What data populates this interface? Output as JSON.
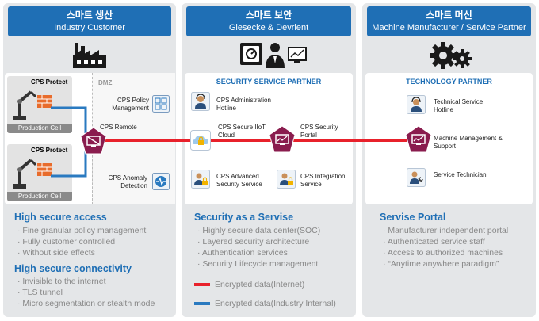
{
  "colors": {
    "header_blue": "#1f6fb5",
    "panel_gray": "#e4e6e8",
    "internet_red": "#e8212b",
    "internal_blue": "#2a7ac0",
    "hub_magenta": "#8a1c4e"
  },
  "panels": {
    "left": {
      "title_ko": "스마트 생산",
      "title_en": "Industry Customer",
      "header_icon": "factory-icon",
      "dmz_label": "DMZ",
      "cells": [
        {
          "protect_label": "CPS Protect",
          "cell_label": "Production Cell"
        },
        {
          "protect_label": "CPS Protect",
          "cell_label": "Production Cell"
        }
      ],
      "policy_label": "CPS Policy Management",
      "remote_label": "CPS Remote",
      "anomaly_label": "CPS Anomaly Detection",
      "heading1": "High secure access",
      "bullets1": [
        "Fine granular policy management",
        "Fully customer controlled",
        "Without side effects"
      ],
      "heading2": "High secure connectivity",
      "bullets2": [
        "Invisible to the internet",
        "TLS tunnel",
        "Micro segmentation or stealth mode"
      ]
    },
    "middle": {
      "title_ko": "스마트 보안",
      "title_en": "Giesecke & Devrient",
      "header_icon": "vault-and-person-icon",
      "section_title": "SECURITY SERVICE PARTNER",
      "admin_label": "CPS Administration Hotline",
      "cloud_label": "CPS Secure IIoT Cloud",
      "portal_label": "CPS Security Portal",
      "advanced_label": "CPS Advanced Security Service",
      "integration_label": "CPS Integration Service",
      "heading": "Security as a Servise",
      "bullets": [
        "Highly secure data center(SOC)",
        "Layered security architecture",
        "Authentication services",
        "Security Lifecycle management"
      ],
      "legend": [
        {
          "label": "Encrypted data(Internet)",
          "color": "#e8212b"
        },
        {
          "label": "Encrypted data(Industry Internal)",
          "color": "#2a7ac0"
        }
      ]
    },
    "right": {
      "title_ko": "스마트 머신",
      "title_en": "Machine Manufacturer / Service Partner",
      "header_icon": "gears-icon",
      "section_title": "TECHNOLOGY PARTNER",
      "hotline_label": "Technical Service Hotline",
      "machine_label": "Machine Management & Support",
      "technician_label": "Service Technician",
      "heading": "Servise Portal",
      "bullets": [
        "Manufacturer independent portal",
        "Authenticated service staff",
        "Access to authorized machines",
        "“Anytime anywhere paradigm”"
      ]
    }
  }
}
